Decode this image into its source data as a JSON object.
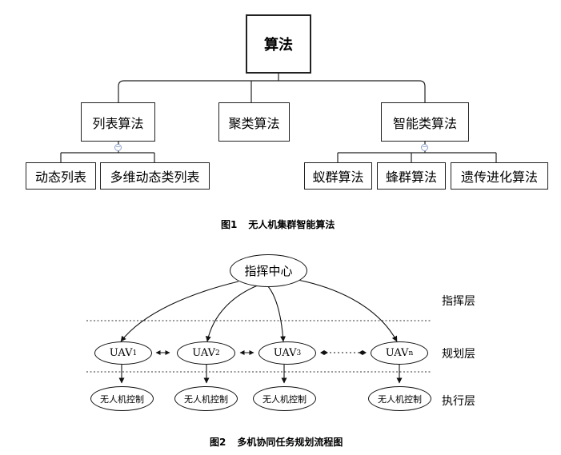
{
  "figure1": {
    "root": "算法",
    "level1": [
      "列表算法",
      "聚类算法",
      "智能类算法"
    ],
    "list_children": [
      "动态列表",
      "多维动态类列表"
    ],
    "smart_children": [
      "蚁群算法",
      "蜂群算法",
      "遗传进化算法"
    ],
    "collapse_symbol": "−",
    "caption_num": "图1",
    "caption_text": "无人机集群智能算法"
  },
  "figure2": {
    "center": "指挥中心",
    "uavs": [
      {
        "name": "UAV",
        "sub": "1"
      },
      {
        "name": "UAV",
        "sub": "2"
      },
      {
        "name": "UAV",
        "sub": "3"
      },
      {
        "name": "UAV",
        "sub": "n"
      }
    ],
    "exec_nodes": [
      "无人机控制",
      "无人机控制",
      "无人机控制",
      "无人机控制"
    ],
    "layers": [
      "指挥层",
      "规划层",
      "执行层"
    ],
    "caption_num": "图2",
    "caption_text": "多机协同任务规划流程图"
  }
}
